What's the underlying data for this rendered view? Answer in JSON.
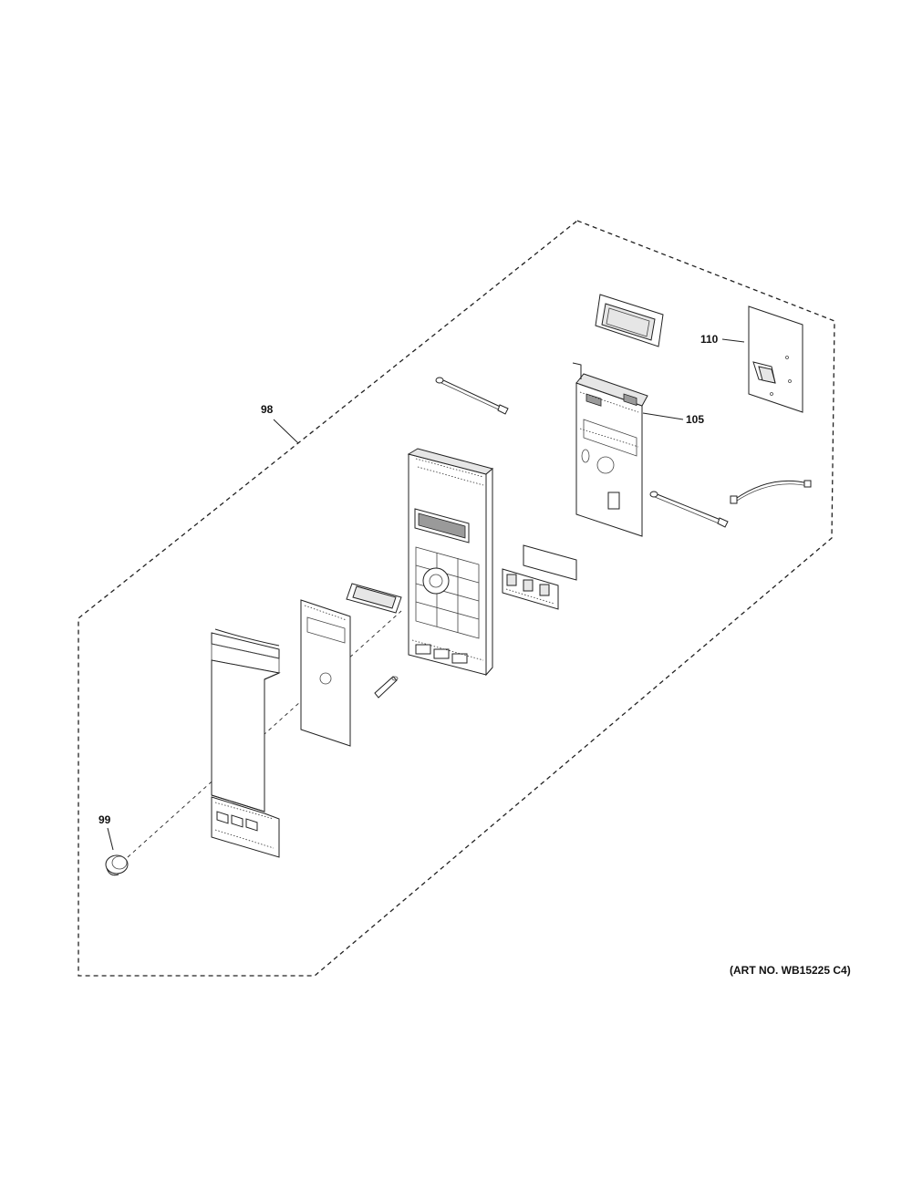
{
  "diagram": {
    "callouts": [
      {
        "id": "98",
        "label": "98"
      },
      {
        "id": "99",
        "label": "99"
      },
      {
        "id": "105",
        "label": "105"
      },
      {
        "id": "110",
        "label": "110"
      }
    ],
    "art_number": "(ART NO. WB15225 C4)"
  },
  "colors": {
    "ink": "#222222",
    "background": "#ffffff"
  }
}
